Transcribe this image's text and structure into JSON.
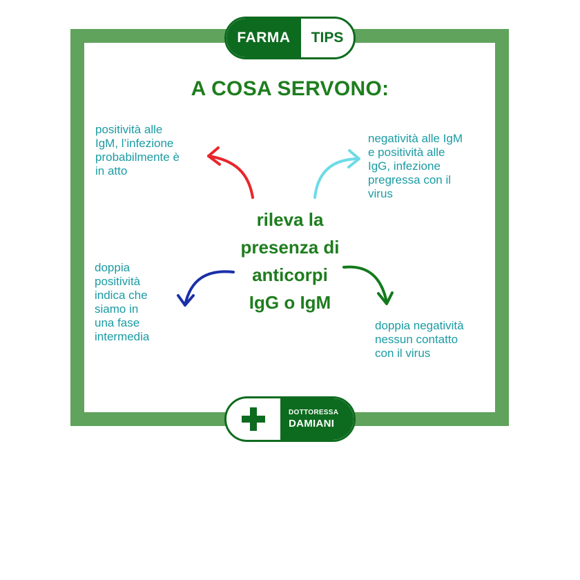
{
  "badge": {
    "left": "FARMA",
    "right": "TIPS"
  },
  "title": "A COSA SERVONO:",
  "center": [
    "rileva la",
    "presenza di",
    "anticorpi",
    "IgG o IgM"
  ],
  "notes": {
    "top_left": "positività alle\nIgM, l’infezione\nprobabilmente è\nin atto",
    "top_right": "negatività alle IgM\ne positività alle\nIgG, infezione\npregressa con il\nvirus",
    "bottom_left": "doppia\npositività\nindica che\nsiamo in\nuna fase\nintermedia",
    "bottom_right": "doppia negatività\nnessun contatto\ncon il virus"
  },
  "brand": {
    "small": "DOTTORESSA",
    "big": "DAMIANI"
  },
  "icons": {
    "cross": "plus-cross-icon"
  },
  "colors": {
    "frame": "#5fa35c",
    "dark_green": "#0d6b1f",
    "text_green": "#1e7d1e",
    "teal": "#1a9ba3",
    "arrow_red": "#e8262b",
    "arrow_cyan": "#6edbe6",
    "arrow_blue": "#1a2fa8",
    "arrow_green": "#137a1c"
  }
}
